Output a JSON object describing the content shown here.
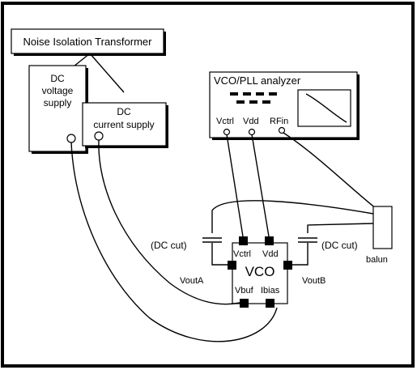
{
  "diagram": {
    "noise_transformer": "Noise Isolation Transformer",
    "dc_voltage_supply": [
      "DC",
      "voltage",
      "supply"
    ],
    "dc_current_supply": [
      "DC",
      "current supply"
    ],
    "analyzer": {
      "title": "VCO/PLL analyzer",
      "ports": [
        "Vctrl",
        "Vdd",
        "RFin"
      ]
    },
    "vco": {
      "label": "VCO",
      "pins_top": [
        "Vctrl",
        "Vdd"
      ],
      "pins_bottom": [
        "Vbuf",
        "Ibias"
      ],
      "out_a": "VoutA",
      "out_b": "VoutB"
    },
    "dc_cut_left": "(DC cut)",
    "dc_cut_right": "(DC cut)",
    "balun": "balun"
  }
}
